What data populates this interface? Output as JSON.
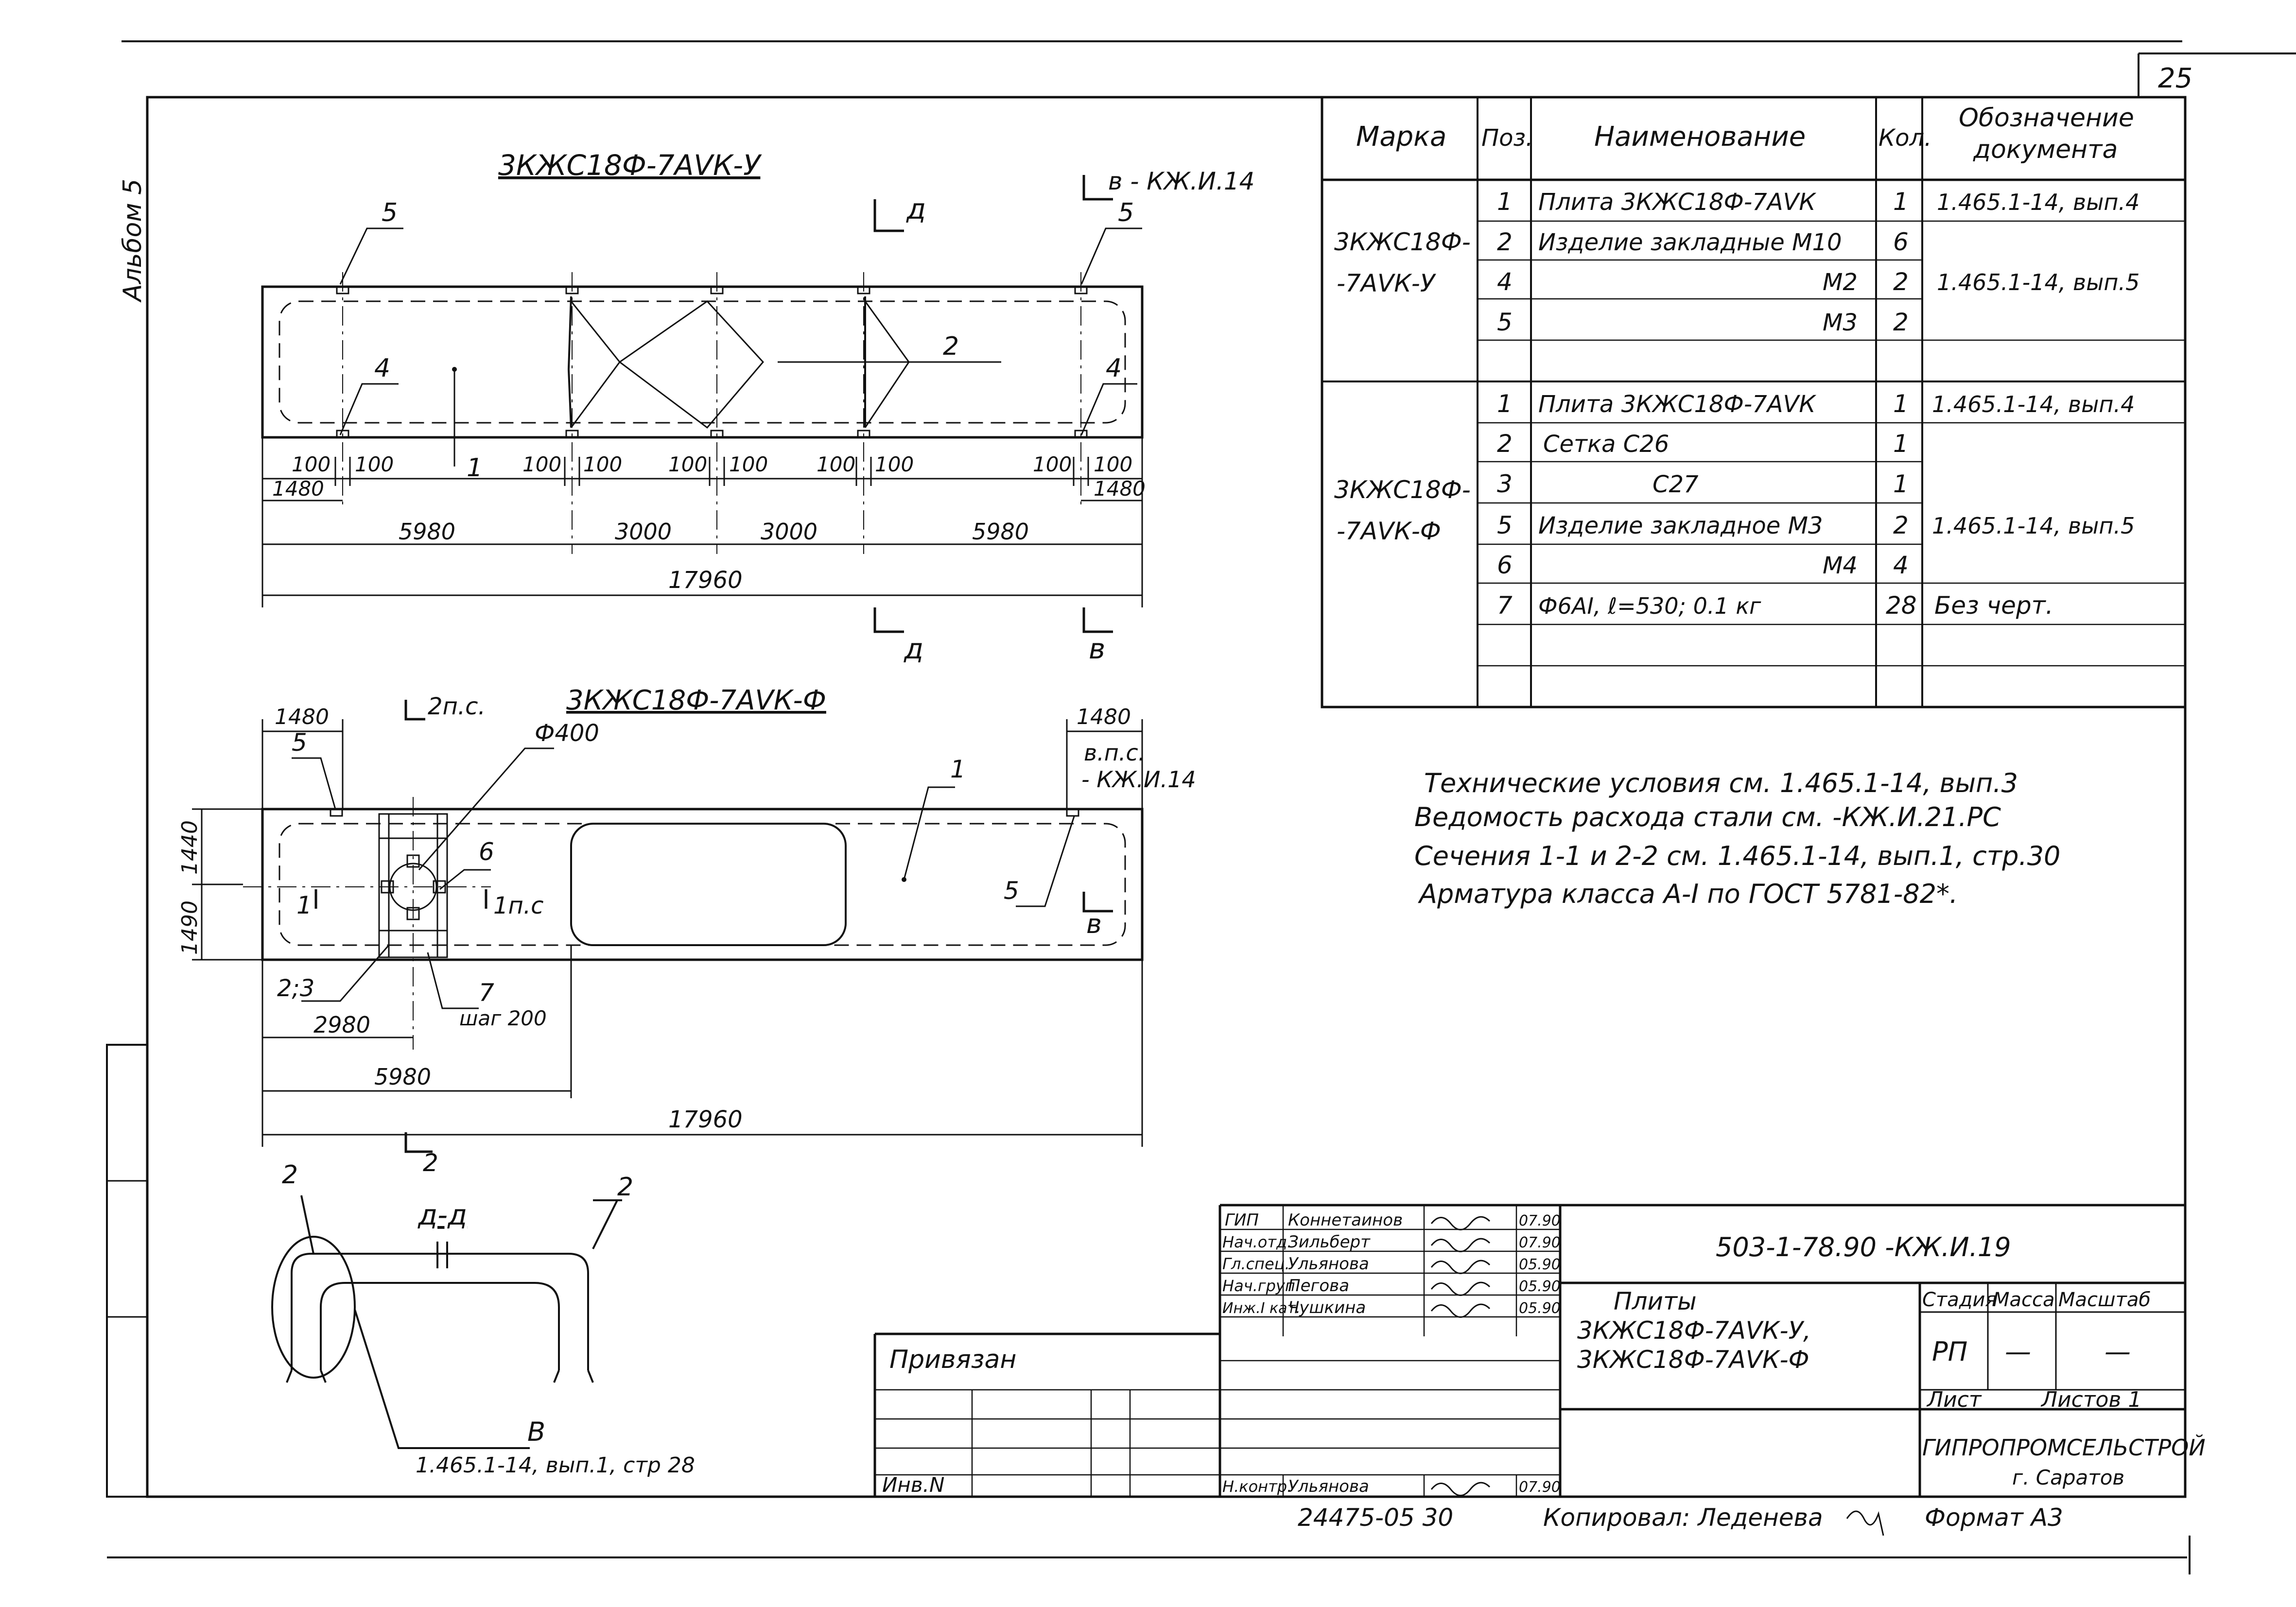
{
  "sheet": {
    "page_number": "25",
    "album": "Альбом 5",
    "drawing_code": "503-1-78.90 -КЖ.И.19",
    "copy_info": "24475-05   30",
    "copied_by": "Копировал: Леденева",
    "format": "Формат А3",
    "stamp_tied": "Привязан",
    "stamp_inv": "Инв.N"
  },
  "spec_table": {
    "headers": {
      "mark": "Марка",
      "pos": "Поз.",
      "name": "Наименование",
      "qty": "Кол.",
      "doc_line1": "Обозначение",
      "doc_line2": "документа"
    },
    "group1": {
      "mark_line1": "3КЖС18Ф-",
      "mark_line2": "-7АVК-У",
      "rows": [
        {
          "pos": "1",
          "name": "Плита 3КЖС18Ф-7АVК",
          "qty": "1",
          "doc": "1.465.1-14, вып.4"
        },
        {
          "pos": "2",
          "name": "Изделие закладные М10",
          "qty": "6",
          "doc": ""
        },
        {
          "pos": "4",
          "name": "М2",
          "qty": "2",
          "doc": "1.465.1-14, вып.5"
        },
        {
          "pos": "5",
          "name": "М3",
          "qty": "2",
          "doc": ""
        }
      ]
    },
    "group2": {
      "mark_line1": "3КЖС18Ф-",
      "mark_line2": "-7АVК-Ф",
      "rows": [
        {
          "pos": "1",
          "name": "Плита 3КЖС18Ф-7АVК",
          "qty": "1",
          "doc": "1.465.1-14, вып.4"
        },
        {
          "pos": "2",
          "name": "Сетка  С26",
          "qty": "1",
          "doc": ""
        },
        {
          "pos": "3",
          "name": "С27",
          "qty": "1",
          "doc": ""
        },
        {
          "pos": "5",
          "name": "Изделие закладное М3",
          "qty": "2",
          "doc": "1.465.1-14, вып.5"
        },
        {
          "pos": "6",
          "name": "М4",
          "qty": "4",
          "doc": ""
        },
        {
          "pos": "7",
          "name": "Ф6АI,  ℓ=530;  0.1 кг",
          "qty": "28",
          "doc": "Без  черт."
        }
      ]
    }
  },
  "notes": [
    "Технические  условия  см. 1.465.1-14,  вып.3",
    "Ведомость  расхода  стали  см. -КЖ.И.21.РС",
    "Сечения  1-1 и 2-2  см. 1.465.1-14, вып.1, стр.30",
    "Арматура  класса  А-I  по  ГОСТ 5781-82*."
  ],
  "view1": {
    "title": "3КЖС18Ф-7АVК-У",
    "section_ref_b": "в - КЖ.И.14",
    "cut_d": "д",
    "cut_b": "в",
    "leaders": [
      "5",
      "5",
      "4",
      "4",
      "2",
      "1"
    ],
    "small_dims": [
      "100",
      "100",
      "100",
      "100",
      "100",
      "100",
      "100",
      "100",
      "100",
      "100"
    ],
    "dim_1480": "1480",
    "dims_segments": [
      "5980",
      "3000",
      "3000",
      "5980"
    ],
    "dim_total": "17960"
  },
  "view2": {
    "title": "3КЖС18Ф-7АVК-Ф",
    "cut_2ps": "2п.с.",
    "cut_2": "2",
    "cut_1": "1",
    "cut_1ps": "1п.с",
    "cut_b": "в",
    "section_ref": "в.п.с.",
    "section_ref_2": "- КЖ.И.14",
    "hole_dia": "Ф400",
    "leaders": [
      "5",
      "6",
      "1",
      "5",
      "2;3",
      "7"
    ],
    "step": "шаг 200",
    "dim_1480_left": "1480",
    "dim_1480_right": "1480",
    "dim_1490": "1490",
    "dim_1440": "1440",
    "dim_2980": "2980",
    "dim_5980": "5980",
    "dim_total": "17960"
  },
  "section_dd": {
    "title": "д-д",
    "leader_left": "2",
    "leader_right": "2",
    "detail": "В",
    "detail_ref": "1.465.1-14,  вып.1,  стр 28"
  },
  "title_block": {
    "title_line1": "Плиты",
    "title_line2": "3КЖС18Ф-7АVК-У,",
    "title_line3": "3КЖС18Ф-7АVК-Ф",
    "stage_label": "Стадия",
    "mass_label": "Масса",
    "scale_label": "Масштаб",
    "stage": "РП",
    "mass": "—",
    "scale": "—",
    "sheet_label": "Лист",
    "sheets_label": "Листов 1",
    "org_line1": "ГИПРОПРОМСЕЛЬСТРОЙ",
    "org_line2": "г. Саратов",
    "signatures": [
      {
        "role": "ГИП",
        "name": "Коннетаинов",
        "date": "07.90"
      },
      {
        "role": "Нач.отд.",
        "name": "Зильберт",
        "date": "07.90"
      },
      {
        "role": "Гл.спец.",
        "name": "Ульянова",
        "date": "05.90"
      },
      {
        "role": "Нач.груп.",
        "name": "Пегова",
        "date": "05.90"
      },
      {
        "role": "Инж.I кат.",
        "name": "Чушкина",
        "date": "05.90"
      }
    ],
    "control": {
      "role": "Н.контр.",
      "name": "Ульянова",
      "date": "07.90"
    }
  }
}
